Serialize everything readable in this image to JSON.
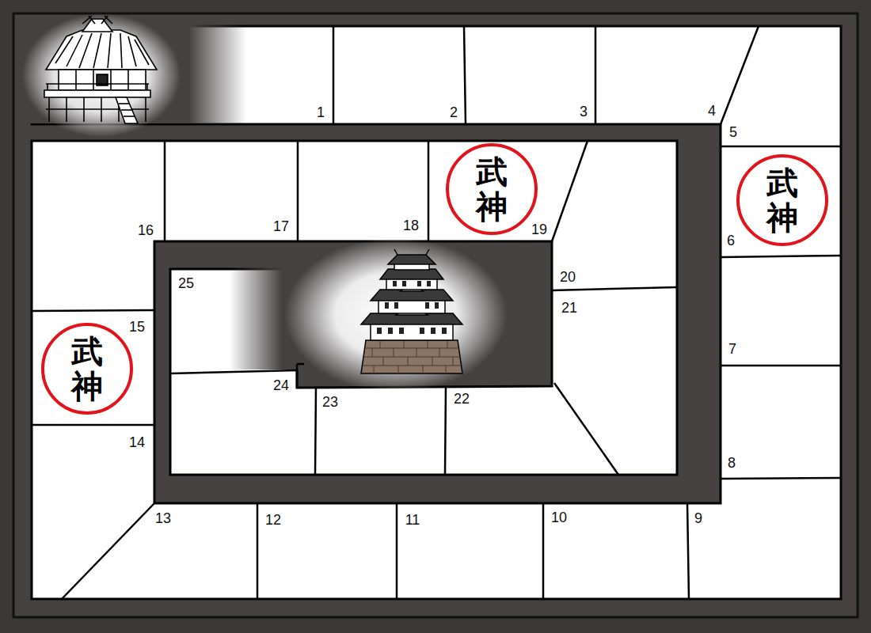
{
  "diagram": {
    "nodes": [
      {
        "text": [
          "武神"
        ]
      },
      {
        "text": [
          "武神"
        ]
      },
      {
        "text": [
          "武神"
        ]
      }
    ],
    "labels": [
      "1",
      "2",
      "3",
      "4",
      "5",
      "6",
      "7",
      "8",
      "9",
      "10",
      "11",
      "12",
      "13",
      "14",
      "15",
      "16",
      "17",
      "18",
      "19",
      "20",
      "21",
      "22",
      "23",
      "24",
      "25"
    ]
  }
}
